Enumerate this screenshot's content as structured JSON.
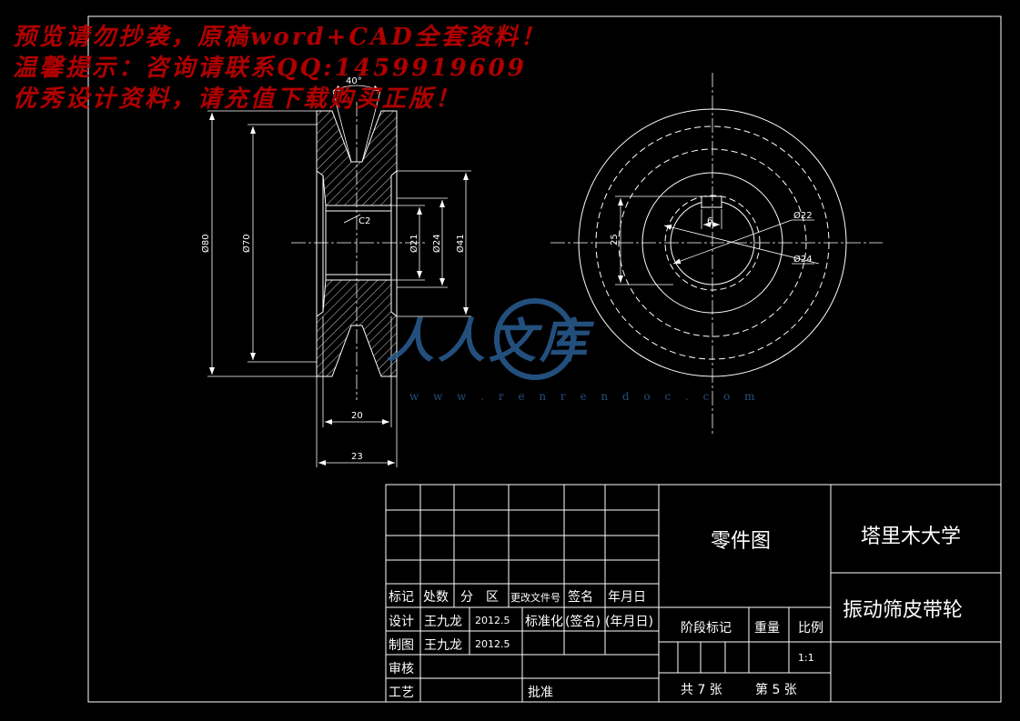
{
  "watermark": {
    "line1": "预览请勿抄袭，原稿word+CAD全套资料！",
    "line2": "温馨提示：咨询请联系QQ:1459919609",
    "line3": "优秀设计资料，请充值下载购买正版！"
  },
  "logo": {
    "text": "人人文库",
    "url": "w w w . r e n r e n d o c . c o m"
  },
  "dimensions": {
    "angle": "40°",
    "d80": "Ø80",
    "d70": "Ø70",
    "d21": "Ø21",
    "d24": "Ø24",
    "d41": "Ø41",
    "chamfer": "C2",
    "w20": "20",
    "w23": "23",
    "key_height": "25",
    "key_width": "6",
    "side_d22": "Ø22",
    "side_d24": "Ø24"
  },
  "title_block": {
    "drawing_type": "零件图",
    "school": "塔里木大学",
    "part_name": "振动筛皮带轮",
    "headers": {
      "mark": "标记",
      "count": "处数",
      "zone": "分　区",
      "change_doc": "更改文件号",
      "sign": "签名",
      "date": "年月日"
    },
    "design_label": "设计",
    "design_name": "王九龙",
    "design_date": "2012.5",
    "std_label": "标准化",
    "std_sign": "(签名)",
    "std_date": "(年月日)",
    "draw_label": "制图",
    "draw_name": "王九龙",
    "draw_date": "2012.5",
    "check_label": "审核",
    "process_label": "工艺",
    "approve_label": "批准",
    "stage_label": "阶段标记",
    "weight_label": "重量",
    "scale_label": "比例",
    "scale_value": "1:1",
    "total_sheets": "共 7 张",
    "sheet_no": "第 5 张"
  }
}
